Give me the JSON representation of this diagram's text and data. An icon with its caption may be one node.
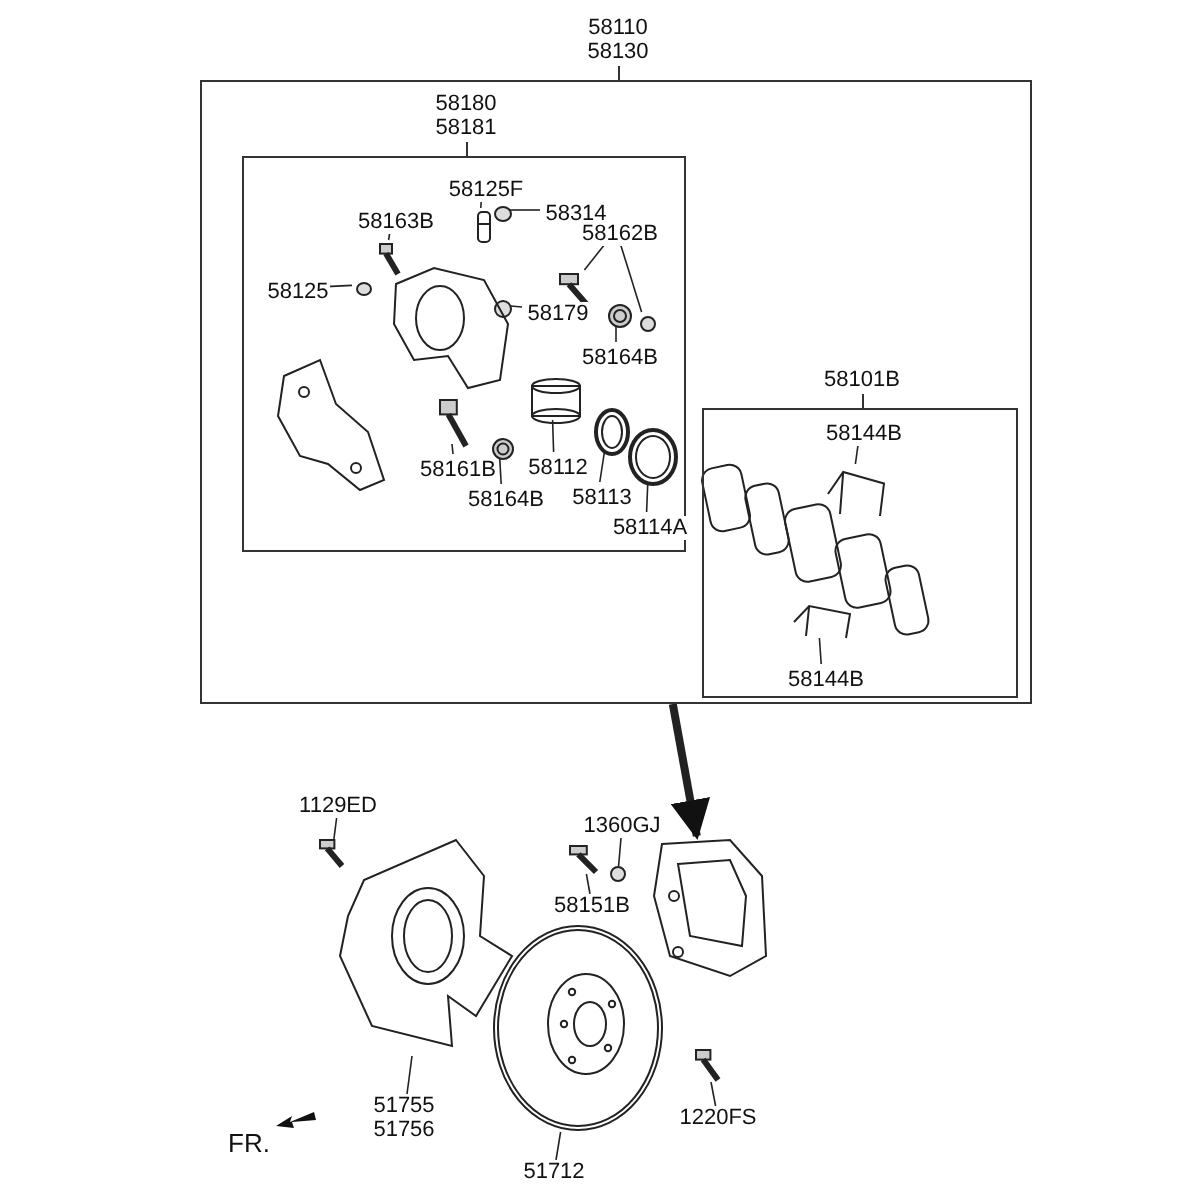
{
  "diagram": {
    "nodes": [
      {
        "text": [
          "58110",
          "58130"
        ]
      },
      {
        "text": [
          "58180",
          "58181"
        ],
        "in": 0
      },
      {
        "text": [
          "58101B"
        ],
        "in": 0
      },
      {
        "text": [
          "58125F"
        ],
        "in": 1
      },
      {
        "text": [],
        "shape": "picture",
        "in": 1
      },
      {
        "text": [
          "58314"
        ],
        "in": 1
      },
      {
        "text": [],
        "shape": "circle",
        "in": 1
      },
      {
        "text": [
          "58163B"
        ],
        "in": 1
      },
      {
        "text": [],
        "shape": "picture",
        "in": 1
      },
      {
        "text": [
          "58162B"
        ],
        "in": 1
      },
      {
        "text": [],
        "shape": "picture",
        "in": 1
      },
      {
        "text": [],
        "shape": "circle",
        "in": 1
      },
      {
        "text": [
          "58125"
        ],
        "in": 1
      },
      {
        "text": [],
        "shape": "circle",
        "in": 1
      },
      {
        "text": [
          "58179"
        ],
        "in": 1
      },
      {
        "text": [],
        "shape": "circle",
        "in": 1
      },
      {
        "text": [
          "58164B"
        ],
        "in": 1
      },
      {
        "text": [],
        "shape": "picture",
        "in": 1
      },
      {
        "text": [
          "58161B"
        ],
        "in": 1
      },
      {
        "text": [],
        "shape": "picture",
        "in": 1
      },
      {
        "text": [
          "58112"
        ],
        "in": 1
      },
      {
        "text": [],
        "shape": "cylinder",
        "in": 1
      },
      {
        "text": [
          "58164B"
        ],
        "in": 1
      },
      {
        "text": [],
        "shape": "picture",
        "in": 1
      },
      {
        "text": [
          "58113"
        ],
        "in": 1
      },
      {
        "text": [],
        "shape": "picture",
        "in": 1
      },
      {
        "text": [
          "58114A"
        ],
        "in": 1
      },
      {
        "text": [],
        "shape": "picture",
        "in": 1
      },
      {
        "text": [
          "58144B"
        ],
        "in": 2
      },
      {
        "text": [],
        "shape": "picture",
        "in": 2
      },
      {
        "text": [
          "58144B"
        ],
        "in": 2
      },
      {
        "text": [],
        "shape": "picture",
        "in": 2
      },
      {
        "text": [
          "1129ED"
        ]
      },
      {
        "text": [],
        "shape": "picture"
      },
      {
        "text": [],
        "shape": "picture"
      },
      {
        "text": [
          "51755",
          "51756"
        ]
      },
      {
        "text": [
          "1360GJ"
        ]
      },
      {
        "text": [],
        "shape": "circle"
      },
      {
        "text": [
          "58151B"
        ]
      },
      {
        "text": [],
        "shape": "picture"
      },
      {
        "text": [],
        "shape": "picture"
      },
      {
        "text": [
          "51712"
        ]
      },
      {
        "text": [],
        "shape": "picture"
      },
      {
        "text": [
          "1220FS"
        ]
      },
      {
        "text": [],
        "shape": "picture"
      },
      {
        "text": [],
        "shape": "picture",
        "in": 1
      },
      {
        "text": [],
        "shape": "picture",
        "in": 1
      }
    ],
    "edges": [
      {
        "from": 3,
        "to": 4,
        "arrow": "none"
      },
      {
        "from": 5,
        "to": 6,
        "arrow": "none"
      },
      {
        "from": 7,
        "to": 8,
        "arrow": "none"
      },
      {
        "from": 9,
        "to": 10,
        "arrow": "none"
      },
      {
        "from": 9,
        "to": 11,
        "arrow": "none"
      },
      {
        "from": 12,
        "to": 13,
        "arrow": "none"
      },
      {
        "from": 14,
        "to": 15,
        "arrow": "none"
      },
      {
        "from": 16,
        "to": 17,
        "arrow": "none"
      },
      {
        "from": 18,
        "to": 19,
        "arrow": "none"
      },
      {
        "from": 20,
        "to": 21,
        "arrow": "none"
      },
      {
        "from": 22,
        "to": 23,
        "arrow": "none"
      },
      {
        "from": 24,
        "to": 25,
        "arrow": "none"
      },
      {
        "from": 26,
        "to": 27,
        "arrow": "none"
      },
      {
        "from": 28,
        "to": 29,
        "arrow": "none"
      },
      {
        "from": 30,
        "to": 31,
        "arrow": "none"
      },
      {
        "from": 32,
        "to": 33,
        "arrow": "none"
      },
      {
        "from": 35,
        "to": 34,
        "arrow": "none"
      },
      {
        "from": 36,
        "to": 37,
        "arrow": "none"
      },
      {
        "from": 38,
        "to": 39,
        "arrow": "none"
      },
      {
        "from": 41,
        "to": 42,
        "arrow": "none"
      },
      {
        "from": 43,
        "to": 44,
        "arrow": "none"
      },
      {
        "from": 0,
        "to": 40,
        "arrow": "to",
        "style": "thick"
      }
    ],
    "labels": [
      "FR."
    ]
  }
}
